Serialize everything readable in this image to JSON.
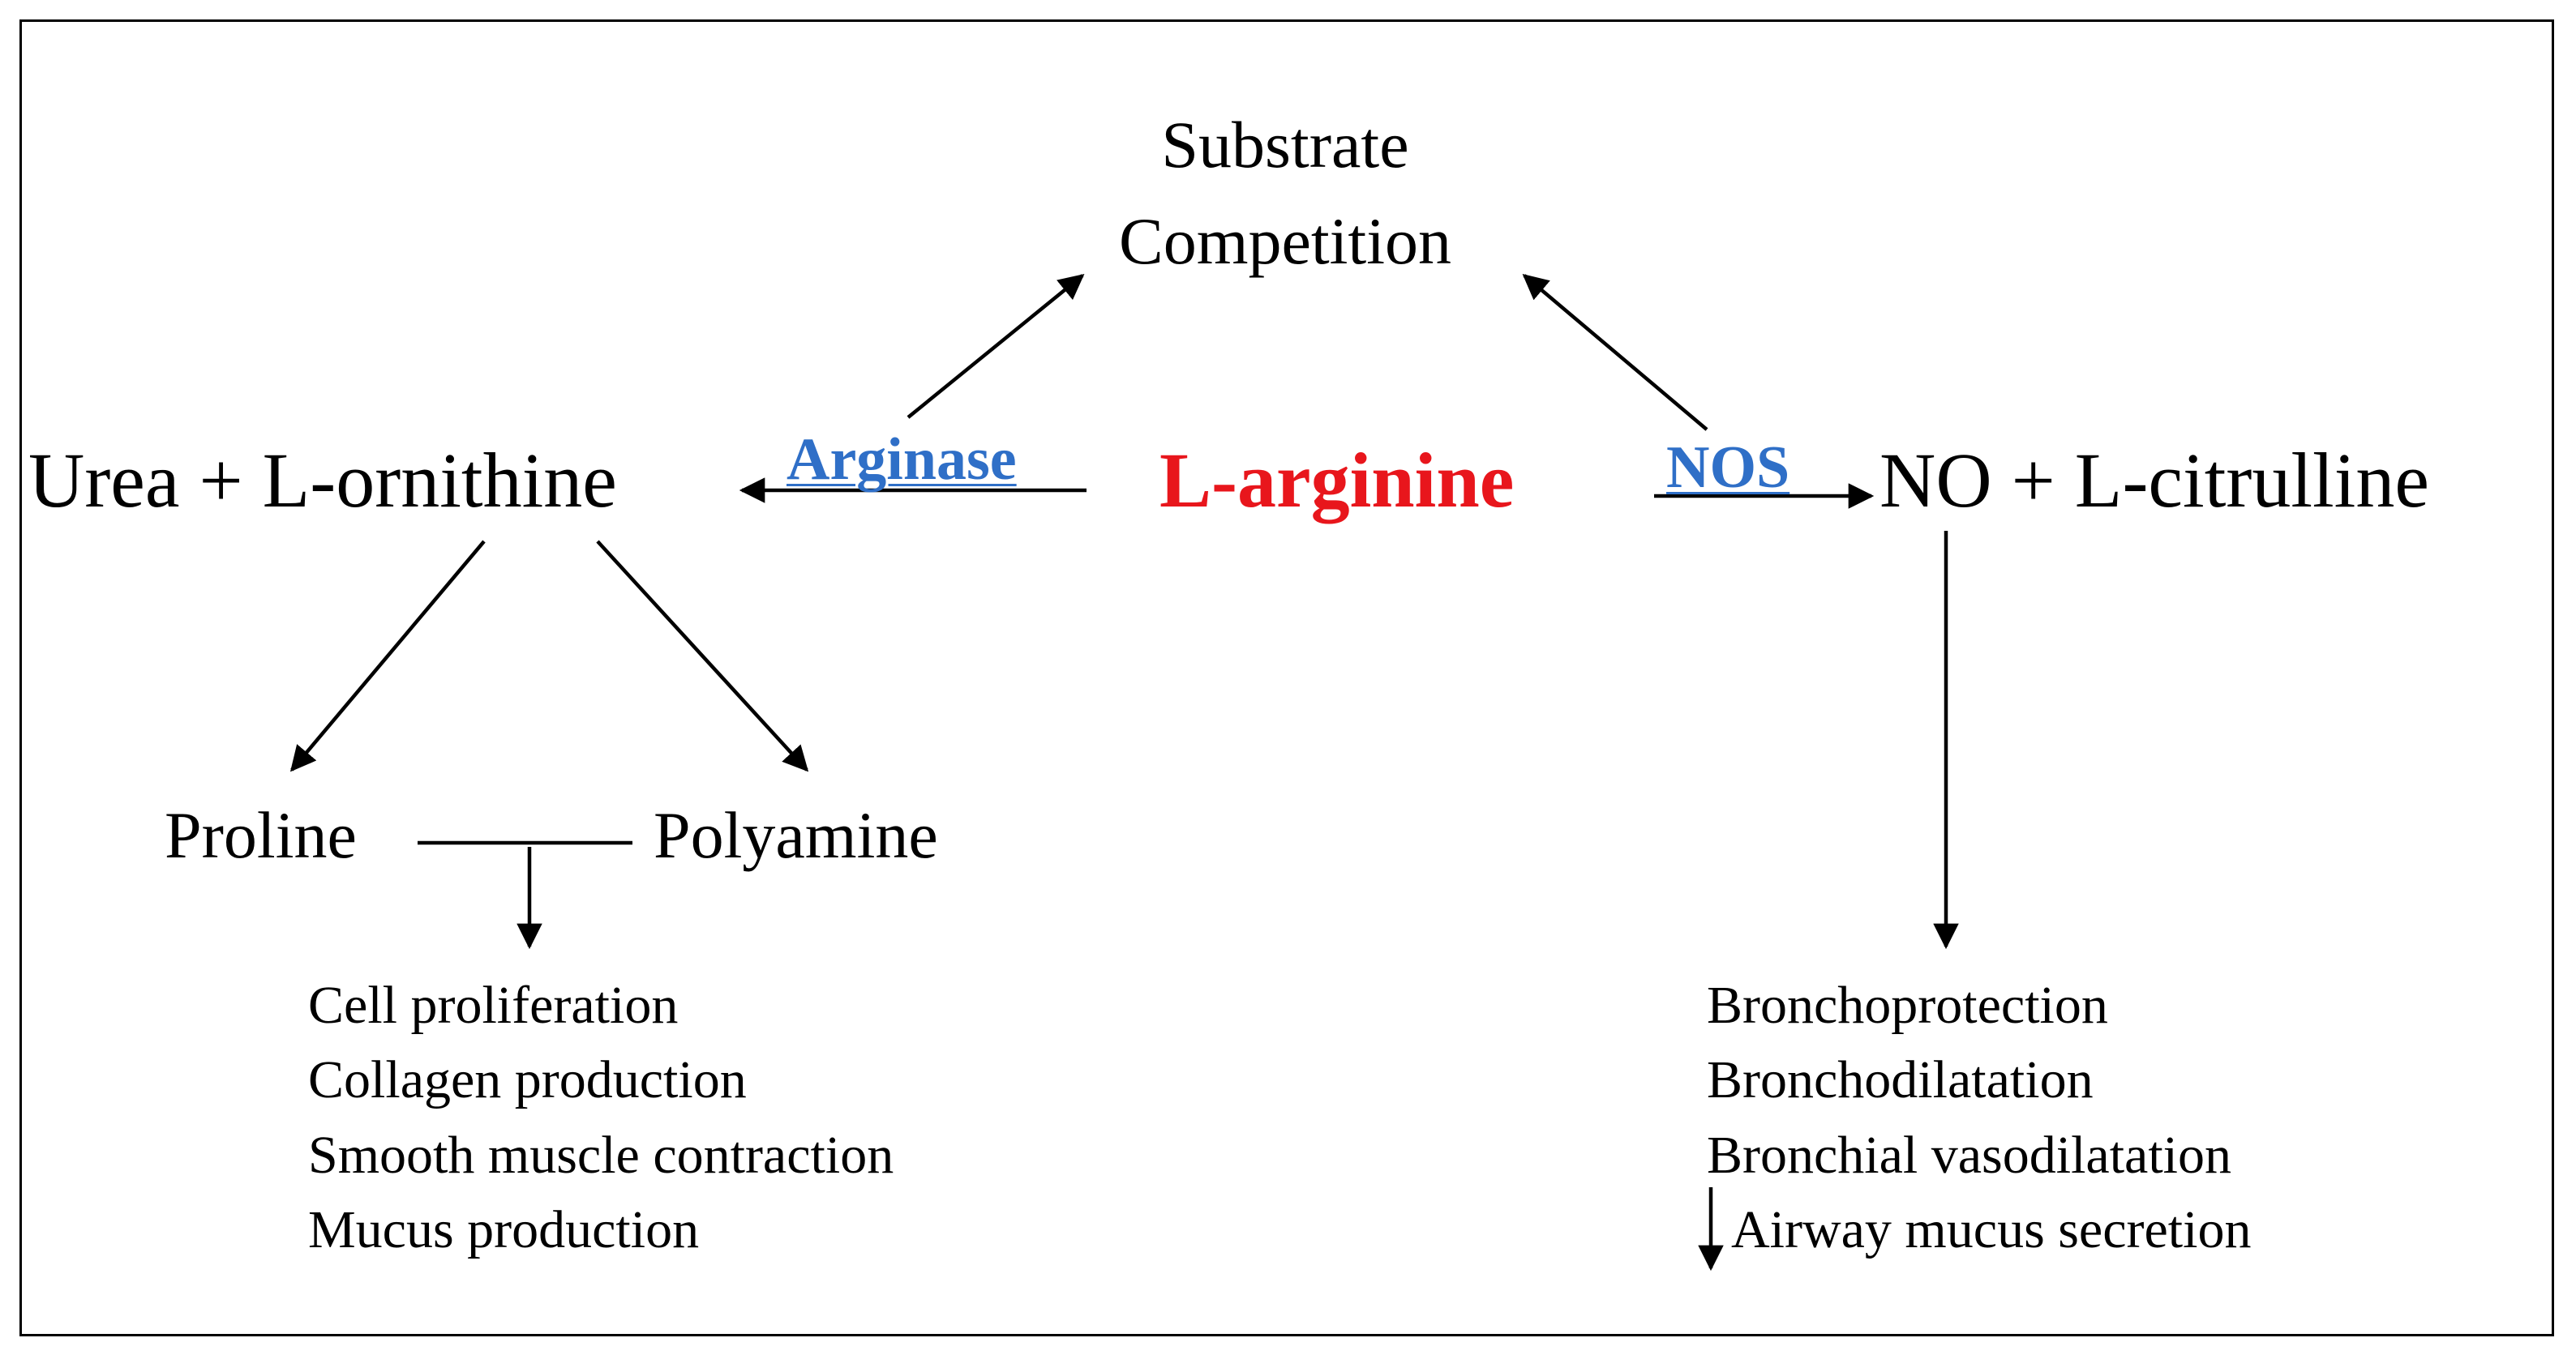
{
  "diagram": {
    "substrate_competition": {
      "line1": "Substrate",
      "line2": "Competition"
    },
    "left_product": "Urea + L-ornithine",
    "right_product": "NO + L-citrulline",
    "center_substrate": "L-arginine",
    "enzymes": {
      "left": "Arginase",
      "right": "NOS"
    },
    "left_intermediates": {
      "a": "Proline",
      "b": "Polyamine"
    },
    "left_effects": [
      "Cell proliferation",
      "Collagen production",
      "Smooth muscle contraction",
      "Mucus production"
    ],
    "right_effects": [
      "Bronchoprotection",
      "Bronchodilatation",
      "Bronchial vasodilatation",
      "Airway mucus secretion"
    ]
  },
  "colors": {
    "center_substrate": "#e8161c",
    "enzyme": "#2f6fc7",
    "text": "#000000",
    "frame": "#000000"
  }
}
